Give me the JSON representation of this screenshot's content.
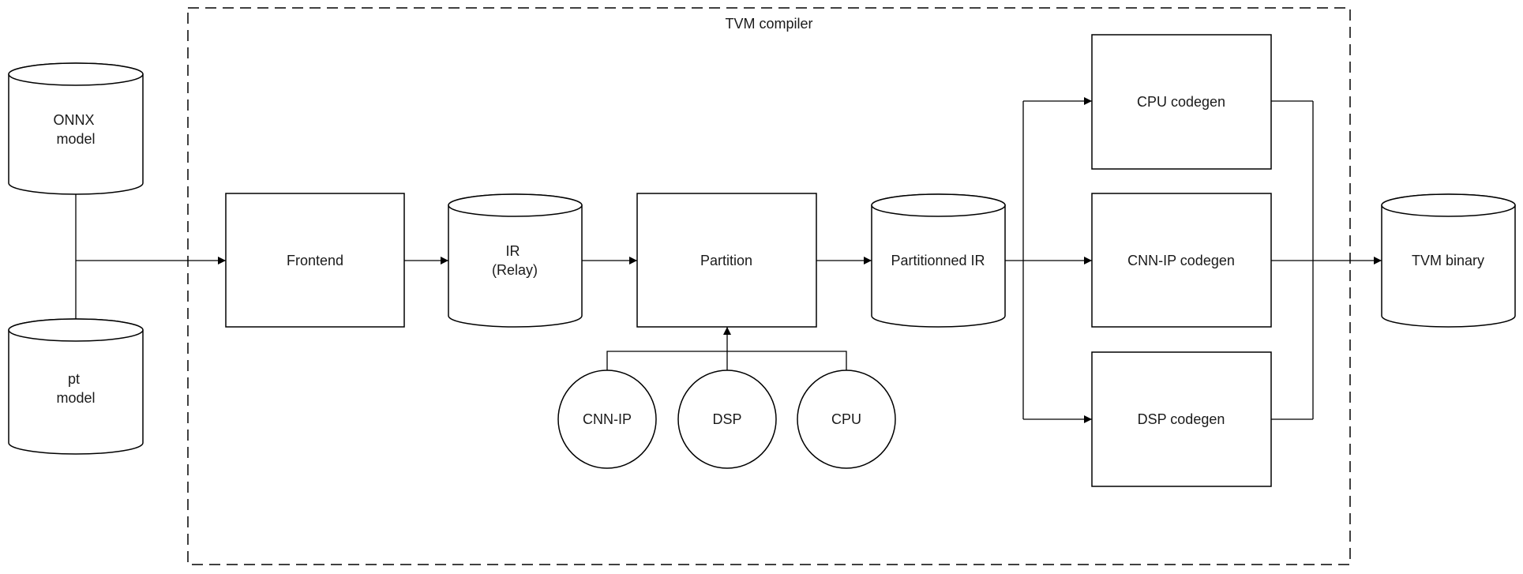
{
  "container": {
    "label": "TVM compiler"
  },
  "nodes": {
    "onnx_model": {
      "label_lines": [
        "ONNX",
        "model"
      ],
      "shape": "cylinder"
    },
    "pt_model": {
      "label_lines": [
        "pt",
        "model"
      ],
      "shape": "cylinder"
    },
    "frontend": {
      "label": "Frontend",
      "shape": "box"
    },
    "ir_relay": {
      "label_lines": [
        "IR",
        "(Relay)"
      ],
      "shape": "cylinder"
    },
    "partition": {
      "label": "Partition",
      "shape": "box"
    },
    "partitioned_ir": {
      "label": "Partitionned IR",
      "shape": "cylinder"
    },
    "cpu_codegen": {
      "label": "CPU codegen",
      "shape": "box"
    },
    "cnn_ip_codegen": {
      "label": "CNN-IP codegen",
      "shape": "box"
    },
    "dsp_codegen": {
      "label": "DSP codegen",
      "shape": "box"
    },
    "tvm_binary": {
      "label": "TVM binary",
      "shape": "cylinder"
    },
    "target_cnn_ip": {
      "label": "CNN-IP",
      "shape": "circle"
    },
    "target_dsp": {
      "label": "DSP",
      "shape": "circle"
    },
    "target_cpu": {
      "label": "CPU",
      "shape": "circle"
    }
  },
  "edges": [
    {
      "from": "onnx_model",
      "to": "frontend"
    },
    {
      "from": "pt_model",
      "to": "frontend"
    },
    {
      "from": "frontend",
      "to": "ir_relay"
    },
    {
      "from": "ir_relay",
      "to": "partition"
    },
    {
      "from": "target_cnn_ip",
      "to": "partition"
    },
    {
      "from": "target_dsp",
      "to": "partition"
    },
    {
      "from": "target_cpu",
      "to": "partition"
    },
    {
      "from": "partition",
      "to": "partitioned_ir"
    },
    {
      "from": "partitioned_ir",
      "to": "cpu_codegen"
    },
    {
      "from": "partitioned_ir",
      "to": "cnn_ip_codegen"
    },
    {
      "from": "partitioned_ir",
      "to": "dsp_codegen"
    },
    {
      "from": "cpu_codegen",
      "to": "tvm_binary"
    },
    {
      "from": "cnn_ip_codegen",
      "to": "tvm_binary"
    },
    {
      "from": "dsp_codegen",
      "to": "tvm_binary"
    }
  ]
}
